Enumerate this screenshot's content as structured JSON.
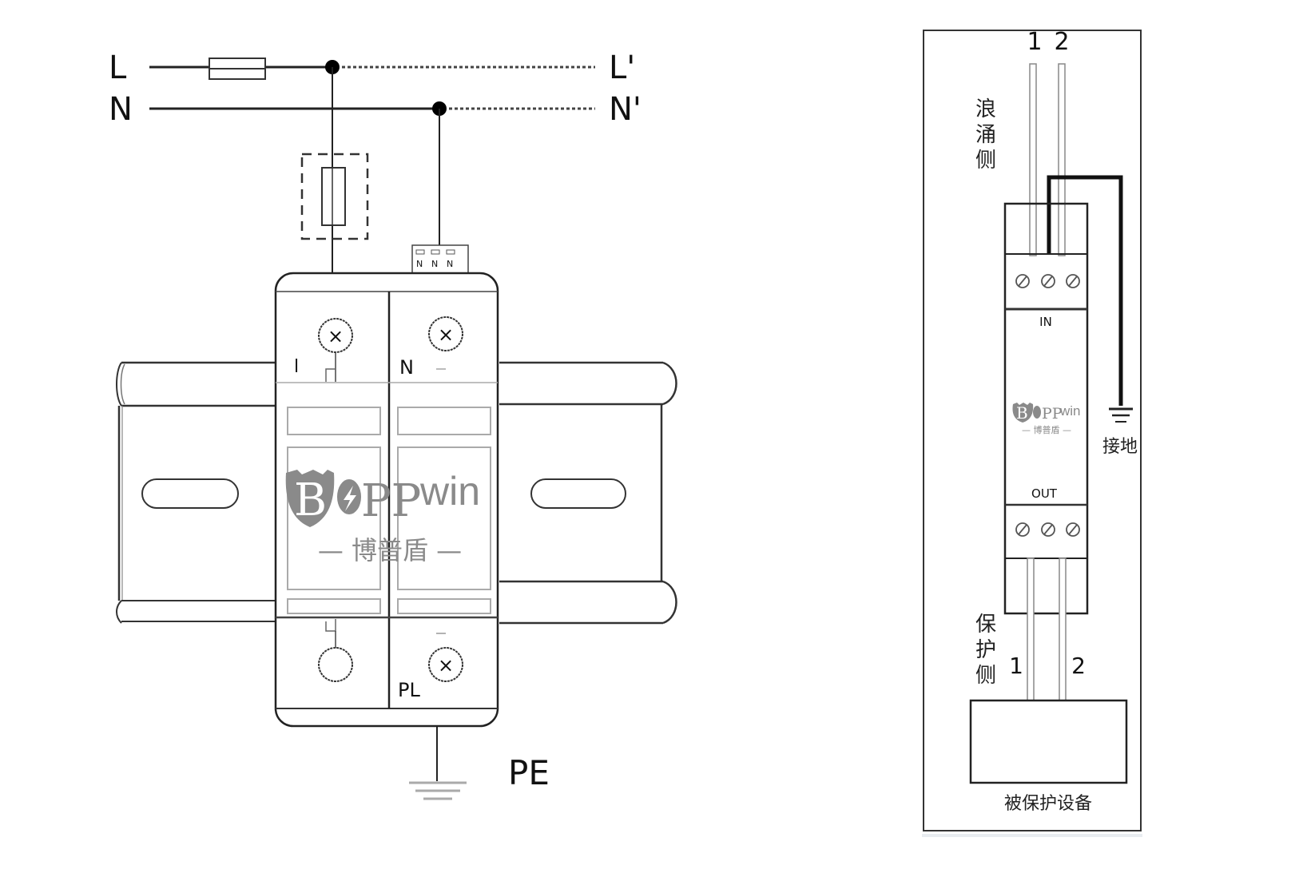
{
  "left_diagram": {
    "labels": {
      "line_in": "L",
      "neutral_in": "N",
      "line_out": "L'",
      "neutral_out": "N'",
      "protective_earth": "PE"
    },
    "module": {
      "pole_left_label": "l",
      "pole_right_label": "N",
      "bottom_right_label": "PL",
      "terminal_marks": [
        "N",
        "N",
        "N"
      ]
    },
    "logo": {
      "brand_initial": "B",
      "brand_rest_serif": "PP",
      "brand_rest_sans": "win",
      "subtitle": "— 博普盾 —"
    }
  },
  "right_diagram": {
    "top_pin_labels": [
      "1",
      "2"
    ],
    "surge_side_label": [
      "浪",
      "涌",
      "侧"
    ],
    "in_label": "IN",
    "out_label": "OUT",
    "ground_label": "接地",
    "protected_side_label": [
      "保",
      "护",
      "侧"
    ],
    "bottom_pin_labels": [
      "1",
      "2"
    ],
    "protected_device_label": "被保护设备",
    "logo": {
      "brand_initial": "B",
      "brand_rest_serif": "PP",
      "brand_rest_sans": "win",
      "subtitle": "— 博普盾 —"
    }
  }
}
